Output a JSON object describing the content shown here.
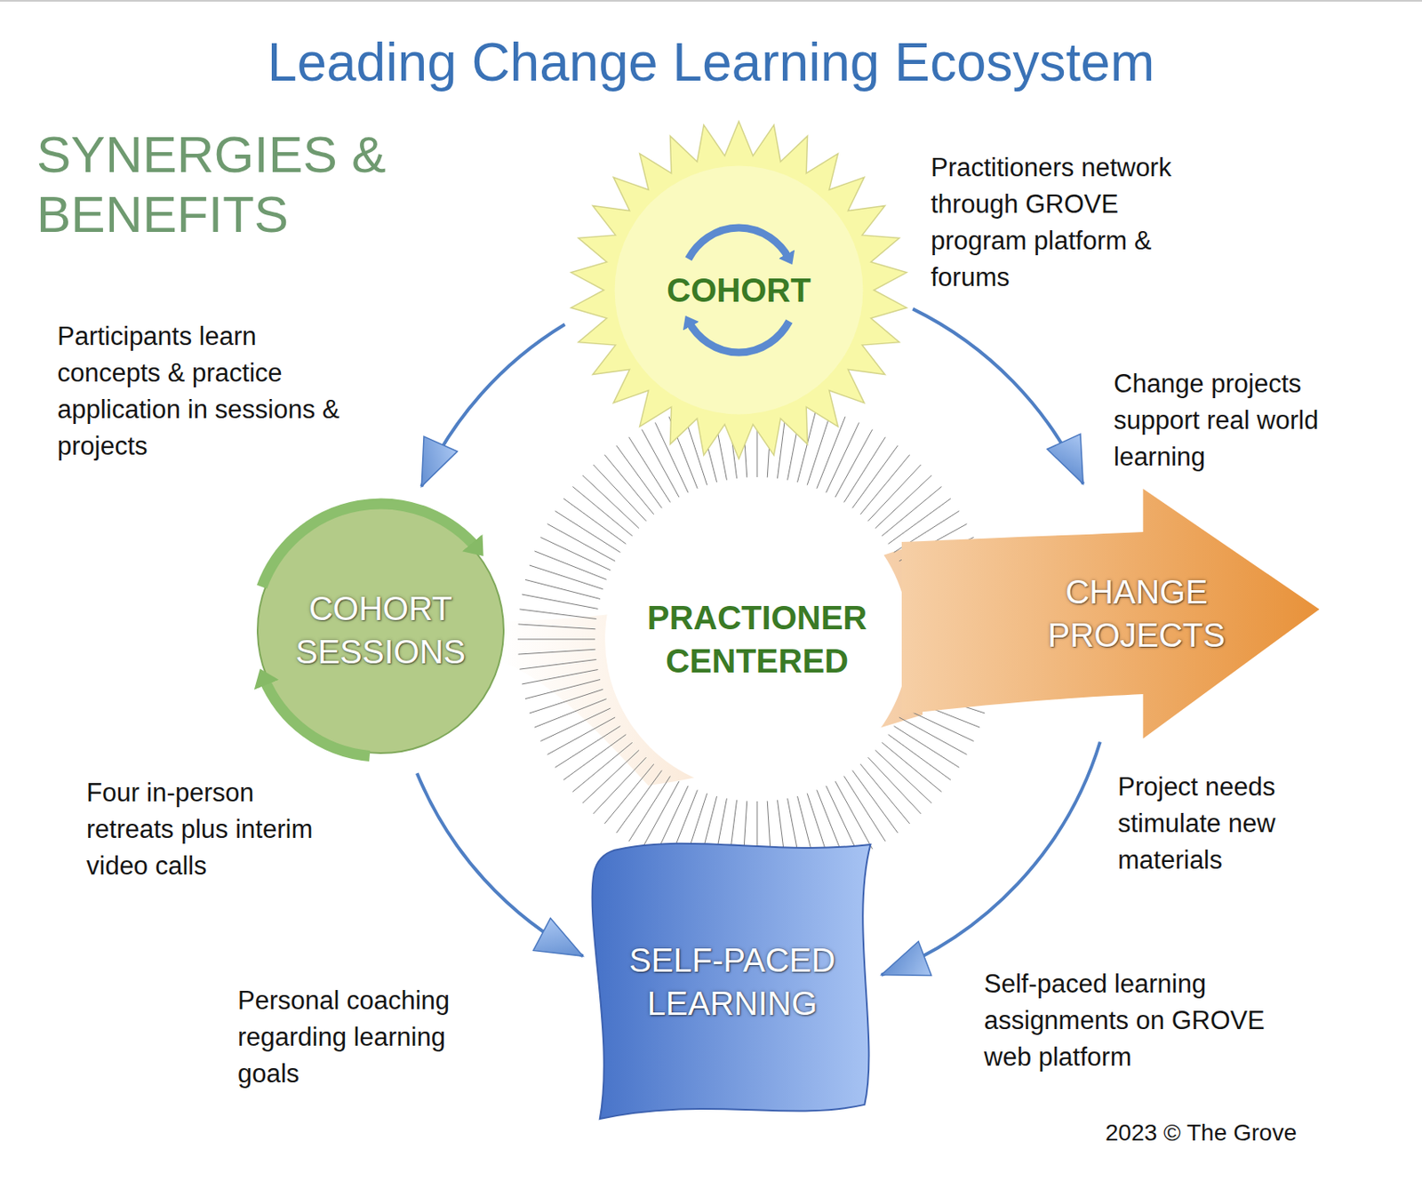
{
  "diagram": {
    "title": "Leading Change Learning Ecosystem",
    "nodes": [
      {
        "text": [
          "COHORT"
        ]
      },
      {
        "text": [
          "COHORT SESSIONS"
        ]
      },
      {
        "text": [
          "PRACTIONER CENTERED"
        ]
      },
      {
        "text": [
          "CHANGE PROJECTS"
        ]
      },
      {
        "text": [
          "SELF-PACED LEARNING"
        ]
      }
    ],
    "edges": [
      {
        "from": 0,
        "to": 1,
        "arrow": "to"
      },
      {
        "from": 0,
        "to": 3,
        "arrow": "to"
      },
      {
        "from": 1,
        "to": 4,
        "arrow": "to"
      },
      {
        "from": 3,
        "to": 4,
        "arrow": "to"
      }
    ],
    "labels": [
      "SYNERGIES & BENEFITS",
      "Practitioners network through GROVE program platform & forums",
      "Participants learn concepts & practice application in sessions & projects",
      "Change projects support real world learning",
      "Four in-person retreats plus interim video calls",
      "Project needs stimulate new materials",
      "Personal coaching regarding learning goals",
      "Self-paced learning assignments on GROVE web platform",
      "2023 © The Grove"
    ]
  }
}
